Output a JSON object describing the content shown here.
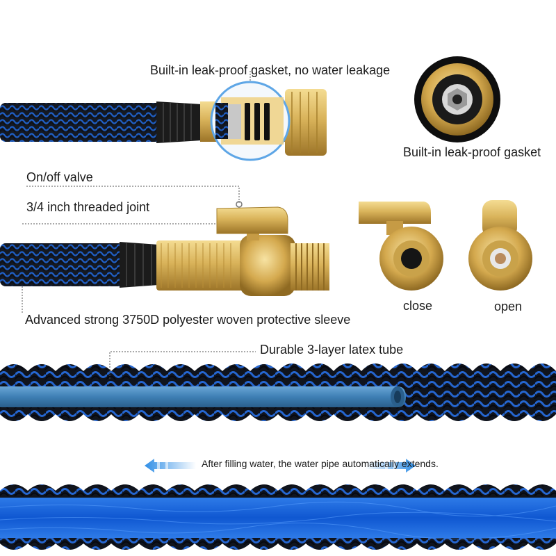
{
  "labels": {
    "gasket_callout": "Built-in leak-proof gasket, no water leakage",
    "gasket_closeup": "Built-in leak-proof gasket",
    "valve": "On/off valve",
    "thread": "3/4 inch threaded joint",
    "sleeve": "Advanced strong 3750D polyester woven protective sleeve",
    "close": "close",
    "open": "open",
    "latex": "Durable 3-layer latex tube",
    "extends": "After filling water, the water pipe automatically extends."
  },
  "colors": {
    "brass": "#d9b35a",
    "brass_dark": "#a57f2c",
    "hose_black": "#151a24",
    "hose_blue": "#1f5fc6",
    "latex_tube": "#3e7fb4",
    "arrow_blue": "#2f8ee6"
  },
  "icons": [
    "left-arrow-icon",
    "right-arrow-icon"
  ]
}
